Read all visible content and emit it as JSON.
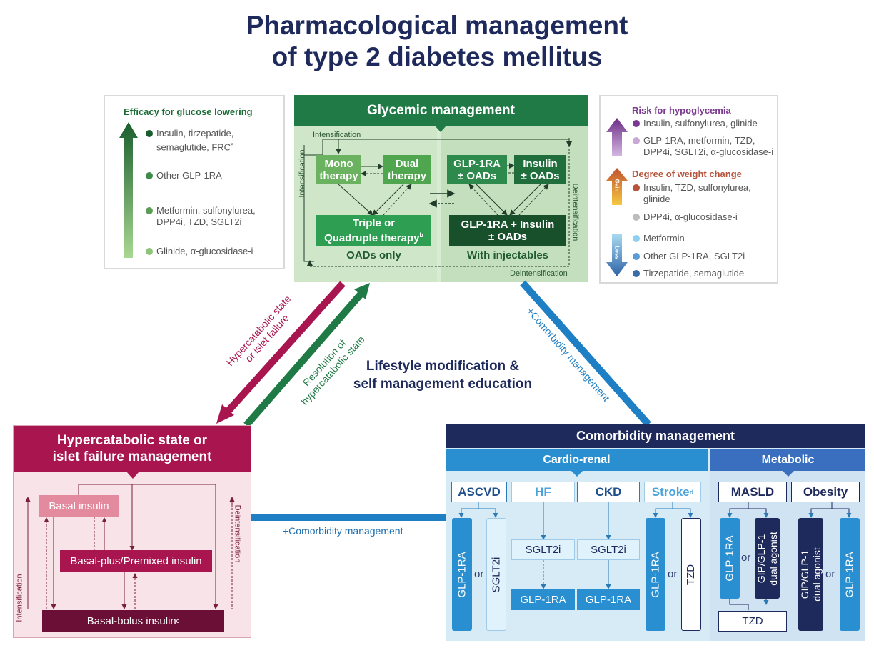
{
  "title": {
    "line1": "Pharmacological management",
    "line2": "of type 2 diabetes mellitus"
  },
  "efficacy_legend": {
    "heading": "Efficacy for glucose lowering",
    "items": [
      {
        "label": "Insulin, tirzepatide,",
        "label2": "semaglutide, FRC",
        "sup": "a",
        "color": "#1a5e2e"
      },
      {
        "label": "Other GLP-1RA",
        "color": "#3f8b4a"
      },
      {
        "label": "Metformin, sulfonylurea,",
        "label2": "DPP4i, TZD, SGLT2i",
        "color": "#5b9d55"
      },
      {
        "label": "Glinide, α-glucosidase-i",
        "color": "#8cc47a"
      }
    ]
  },
  "risk_legend": {
    "hypo_heading": "Risk for hypoglycemia",
    "hypo_items": [
      {
        "label": "Insulin, sulfonylurea, glinide",
        "color": "#7a3a8f"
      },
      {
        "label": "GLP-1RA, metformin, TZD,",
        "label2": "DPP4i, SGLT2i, α-glucosidase-i",
        "color": "#c9a8d6"
      }
    ],
    "weight_heading": "Degree of weight change",
    "gain_label": "Gain",
    "loss_label": "Loss",
    "weight_items": [
      {
        "label": "Insulin, TZD, sulfonylurea,",
        "label2": "glinide",
        "color": "#b5533b"
      },
      {
        "label": "DPP4i, α-glucosidase-i",
        "color": "#bdbdbd"
      },
      {
        "label": "Metformin",
        "color": "#8fd0f0"
      },
      {
        "label": "Other GLP-1RA, SGLT2i",
        "color": "#5b9bd5"
      },
      {
        "label": "Tirzepatide, semaglutide",
        "color": "#3a6da8"
      }
    ]
  },
  "glycemic": {
    "header": "Glycemic management",
    "intensification": "Intensification",
    "deintensification": "Deintensification",
    "mono": {
      "l1": "Mono",
      "l2": "therapy"
    },
    "dual": {
      "l1": "Dual",
      "l2": "therapy"
    },
    "triple": {
      "l1": "Triple or",
      "l2": "Quadruple therapy",
      "sup": "b"
    },
    "glp": {
      "l1": "GLP-1RA",
      "l2": "± OADs"
    },
    "insulin": {
      "l1": "Insulin",
      "l2": "± OADs"
    },
    "glp_insulin": {
      "l1": "GLP-1RA + Insulin",
      "l2": "± OADs"
    },
    "oads_only": "OADs only",
    "with_injectables": "With injectables"
  },
  "arrows": {
    "hypercatabolic": {
      "l1": "Hypercatabolic state",
      "l2": "or islet failure"
    },
    "resolution": {
      "l1": "Resolution of",
      "l2": "hypercatabolic state"
    },
    "comorbidity_right": "+Comorbidity management",
    "comorbidity_bottom": "+Comorbidity management"
  },
  "lifestyle": {
    "l1": "Lifestyle modification &",
    "l2": "self management education"
  },
  "hypercatabolic_mgmt": {
    "header_l1": "Hypercatabolic state or",
    "header_l2": "islet failure management",
    "basal": "Basal insulin",
    "basal_plus": "Basal-plus/Premixed insulin",
    "basal_bolus": "Basal-bolus insulin",
    "basal_bolus_sup": "c",
    "intensification": "Intensification",
    "deintensification": "Deintensification"
  },
  "comorbidity": {
    "header": "Comorbidity management",
    "cardio_renal": "Cardio-renal",
    "metabolic": "Metabolic",
    "ascvd": "ASCVD",
    "hf": "HF",
    "ckd": "CKD",
    "stroke": "Stroke",
    "stroke_sup": "d",
    "masld": "MASLD",
    "obesity": "Obesity",
    "glp1ra": "GLP-1RA",
    "sglt2i": "SGLT2i",
    "tzd": "TZD",
    "or": "or",
    "gip_l1": "GIP/GLP-1",
    "gip_l2": "dual agonist"
  }
}
